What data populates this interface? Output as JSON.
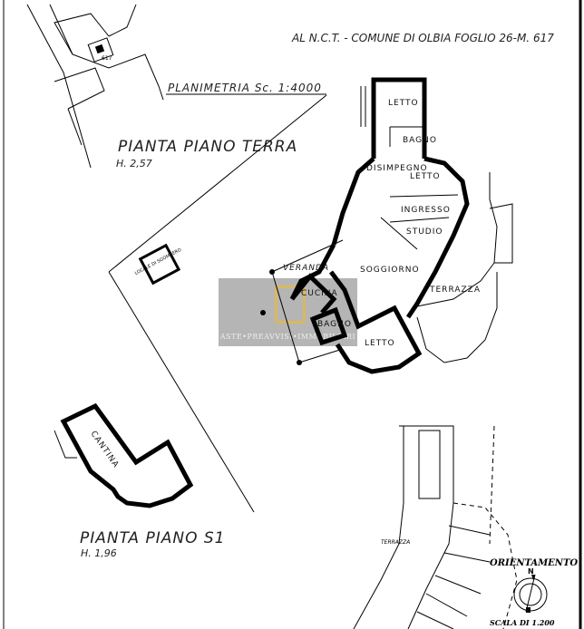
{
  "header": {
    "cadastral_ref": "AL  N.C.T. - COMUNE DI OLBIA  FOGLIO 26-M. 617"
  },
  "site_plan": {
    "title": "PLANIMETRIA Sc. 1:4000",
    "parcel_number": "617"
  },
  "ground_floor": {
    "title": "PIANTA PIANO TERRA",
    "height": "H. 2,57",
    "rooms": [
      "LETTO",
      "BAGNO",
      "DISIMPEGNO",
      "LETTO",
      "INGRESSO",
      "STUDIO",
      "SOGGIORNO",
      "TERRAZZA",
      "VERANDA",
      "CUCINA",
      "BAGNO",
      "LETTO"
    ],
    "storage": "LOCALE DI SGOMBERO"
  },
  "basement": {
    "title": "PIANTA PIANO S1",
    "height": "H. 1,96",
    "rooms": [
      "CANTINA"
    ]
  },
  "detail": {
    "terrace_label": "TERRAZZA"
  },
  "orientation": {
    "label": "ORIENTAMENTO",
    "north": "N",
    "scale": "SCALA DI 1.200"
  },
  "watermark": "ASTE•PREAVVISI•IMMOBILIARI"
}
